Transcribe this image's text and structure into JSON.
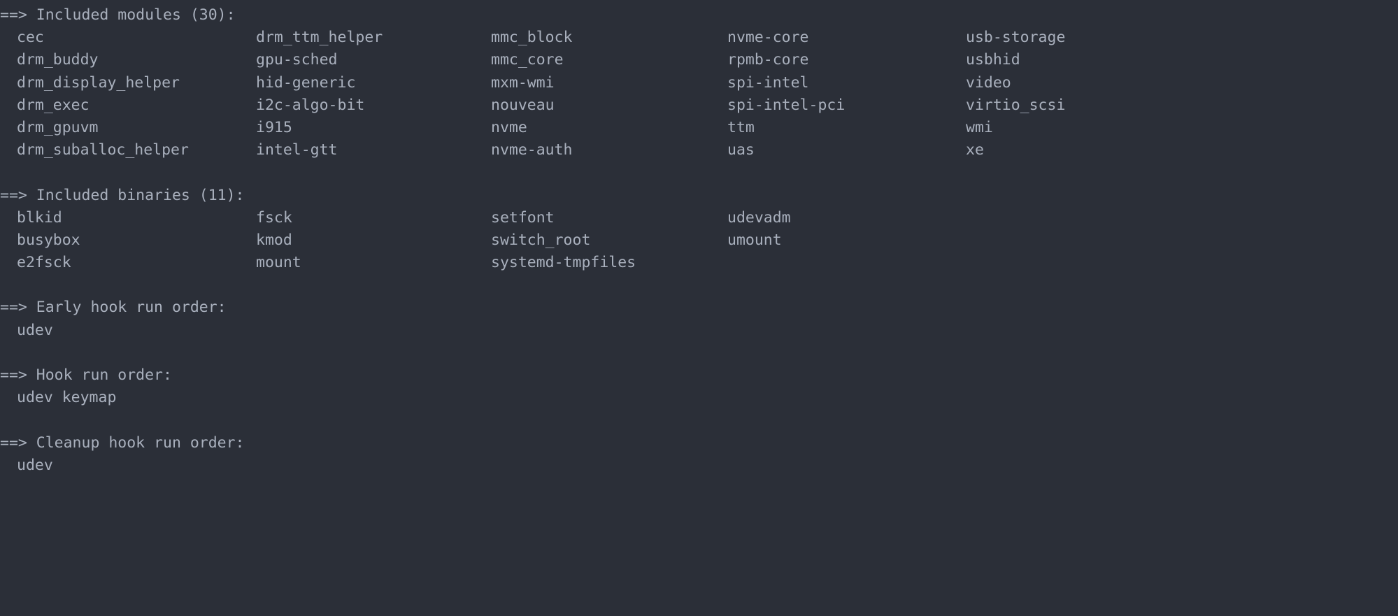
{
  "terminal": {
    "background_color": "#2b2f38",
    "foreground_color": "#a9b0bd",
    "program": "mkinitcpio",
    "arrow_prefix": "==>"
  },
  "sections": [
    {
      "id": "included-modules",
      "header": "==> Included modules (30):",
      "header_prefix": "==>",
      "header_text": "Included modules (30):",
      "count": 30,
      "layout": "columns",
      "columns": 5,
      "rows": [
        [
          "cec",
          "drm_ttm_helper",
          "mmc_block",
          "nvme-core",
          "usb-storage"
        ],
        [
          "drm_buddy",
          "gpu-sched",
          "mmc_core",
          "rpmb-core",
          "usbhid"
        ],
        [
          "drm_display_helper",
          "hid-generic",
          "mxm-wmi",
          "spi-intel",
          "video"
        ],
        [
          "drm_exec",
          "i2c-algo-bit",
          "nouveau",
          "spi-intel-pci",
          "virtio_scsi"
        ],
        [
          "drm_gpuvm",
          "i915",
          "nvme",
          "ttm",
          "wmi"
        ],
        [
          "drm_suballoc_helper",
          "intel-gtt",
          "nvme-auth",
          "uas",
          "xe"
        ]
      ]
    },
    {
      "id": "included-binaries",
      "header": "==> Included binaries (11):",
      "header_prefix": "==>",
      "header_text": "Included binaries (11):",
      "count": 11,
      "layout": "columns",
      "columns": 4,
      "rows": [
        [
          "blkid",
          "fsck",
          "setfont",
          "udevadm"
        ],
        [
          "busybox",
          "kmod",
          "switch_root",
          "umount"
        ],
        [
          "e2fsck",
          "mount",
          "systemd-tmpfiles",
          ""
        ]
      ]
    },
    {
      "id": "early-hook-run-order",
      "header": "==> Early hook run order:",
      "header_prefix": "==>",
      "header_text": "Early hook run order:",
      "layout": "inline",
      "items_line": "udev"
    },
    {
      "id": "hook-run-order",
      "header": "==> Hook run order:",
      "header_prefix": "==>",
      "header_text": "Hook run order:",
      "layout": "inline",
      "items_line": "udev keymap"
    },
    {
      "id": "cleanup-hook-run-order",
      "header": "==> Cleanup hook run order:",
      "header_prefix": "==>",
      "header_text": "Cleanup hook run order:",
      "layout": "inline",
      "items_line": "udev"
    }
  ]
}
